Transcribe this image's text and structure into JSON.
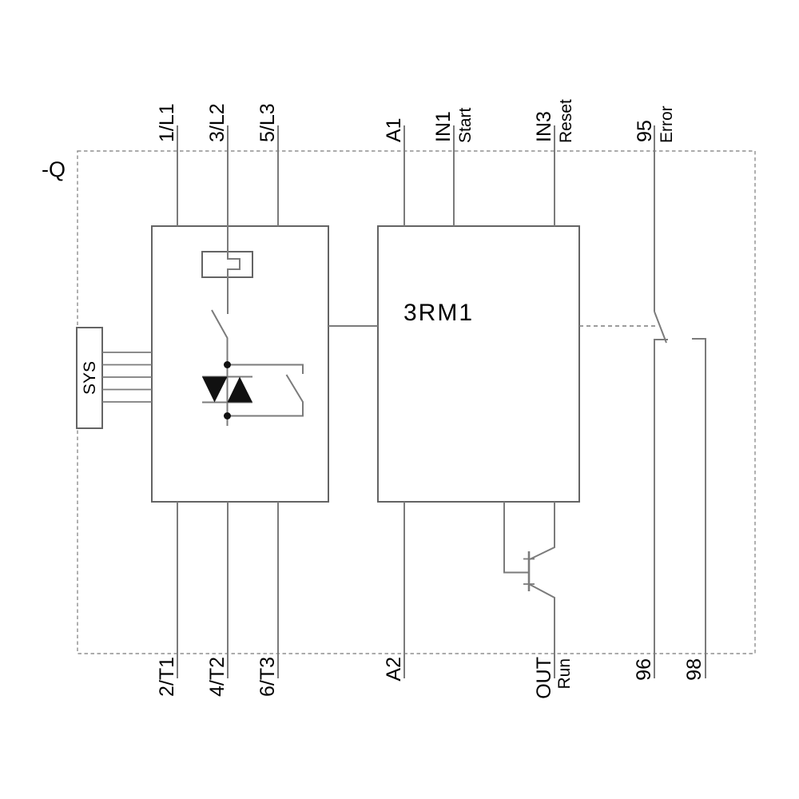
{
  "diagram": {
    "reference_designation": "-Q",
    "controller_label": "3RM1",
    "sys_port_label": "SYS",
    "top_terminals": [
      {
        "id": "1/L1"
      },
      {
        "id": "3/L2"
      },
      {
        "id": "5/L3"
      },
      {
        "id": "A1"
      },
      {
        "id": "IN1",
        "signal": "Start"
      },
      {
        "id": "IN3",
        "signal": "Reset"
      },
      {
        "id": "95",
        "signal": "Error"
      }
    ],
    "bottom_terminals": [
      {
        "id": "2/T1"
      },
      {
        "id": "4/T2"
      },
      {
        "id": "6/T3"
      },
      {
        "id": "A2"
      },
      {
        "id": "OUT",
        "signal": "Run"
      },
      {
        "id": "96"
      },
      {
        "id": "98"
      }
    ],
    "colors": {
      "background": "#ffffff",
      "wire": "#7b7b7b",
      "block_outline": "#646464",
      "enclosure_dashed": "#8f8f8f",
      "text": "#000000",
      "symbol_fill": "#111111"
    }
  }
}
